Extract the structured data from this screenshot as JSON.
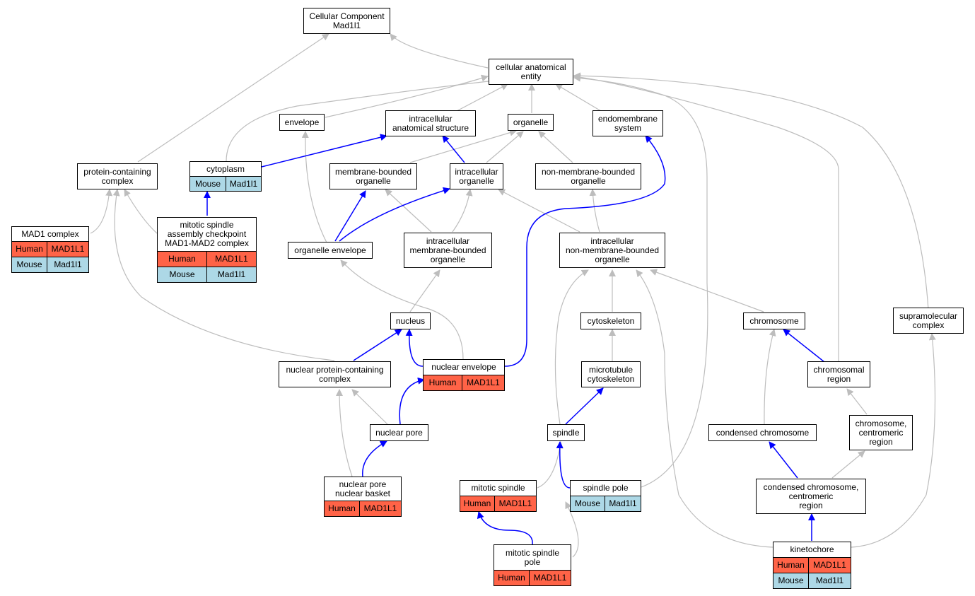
{
  "colors": {
    "grey_edge": "#bdbdbd",
    "blue_edge": "#0000ff",
    "human": "#ff6347",
    "mouse": "#add8e6"
  },
  "nodes": {
    "cc_root": "Cellular Component\nMad1l1",
    "cae": "cellular anatomical\nentity",
    "envelope": "envelope",
    "ias": "intracellular\nanatomical structure",
    "organelle": "organelle",
    "endomembrane": "endomembrane\nsystem",
    "pcc": "protein-containing\ncomplex",
    "cytoplasm": "cytoplasm",
    "mbo": "membrane-bounded\norganelle",
    "io": "intracellular\norganelle",
    "nmbo": "non-membrane-bounded\norganelle",
    "mad1": "MAD1 complex",
    "msac": "mitotic spindle\nassembly checkpoint\nMAD1-MAD2 complex",
    "oe": "organelle envelope",
    "imbo": "intracellular\nmembrane-bounded\norganelle",
    "inmbo": "intracellular\nnon-membrane-bounded\norganelle",
    "nucleus": "nucleus",
    "cytoskeleton": "cytoskeleton",
    "chromosome": "chromosome",
    "supra": "supramolecular\ncomplex",
    "npcc": "nuclear protein-containing\ncomplex",
    "ne": "nuclear envelope",
    "mtcs": "microtubule\ncytoskeleton",
    "chromreg": "chromosomal\nregion",
    "np": "nuclear pore",
    "spindle": "spindle",
    "condchr": "condensed chromosome",
    "cencr": "chromosome,\ncentromeric\nregion",
    "npnb": "nuclear pore\nnuclear basket",
    "ms": "mitotic spindle",
    "sp": "spindle pole",
    "ccr": "condensed chromosome,\ncentromeric\nregion",
    "msp": "mitotic spindle\npole",
    "kin": "kinetochore"
  },
  "annotations": {
    "human_label": "Human",
    "mouse_label": "Mouse",
    "human_gene": "MAD1L1",
    "mouse_gene": "Mad1l1"
  }
}
